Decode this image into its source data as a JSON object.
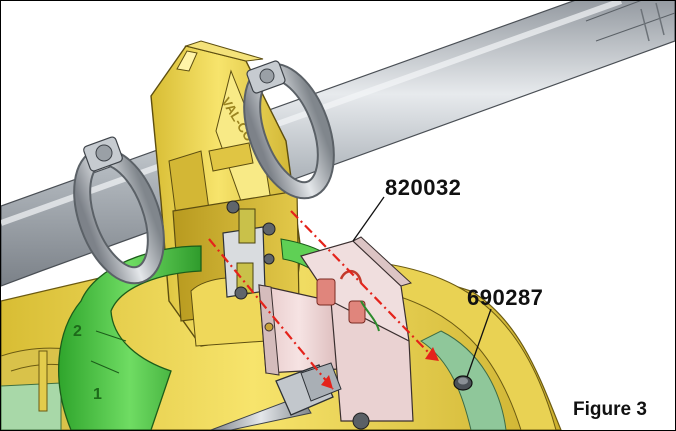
{
  "callouts": [
    {
      "id": "bracket",
      "label": "820032"
    },
    {
      "id": "fastener",
      "label": "690287"
    }
  ],
  "figure_label": "Figure 3",
  "embossed_mark": "VAL-CO",
  "colors": {
    "housing_yellow": "#f5e063",
    "housing_shadow": "#c9ab2a",
    "tube_silver": "#b7bcc2",
    "ring_green": "#4ec24a",
    "bracket_pink": "#efd6d6",
    "arrow_red": "#e4231b"
  }
}
